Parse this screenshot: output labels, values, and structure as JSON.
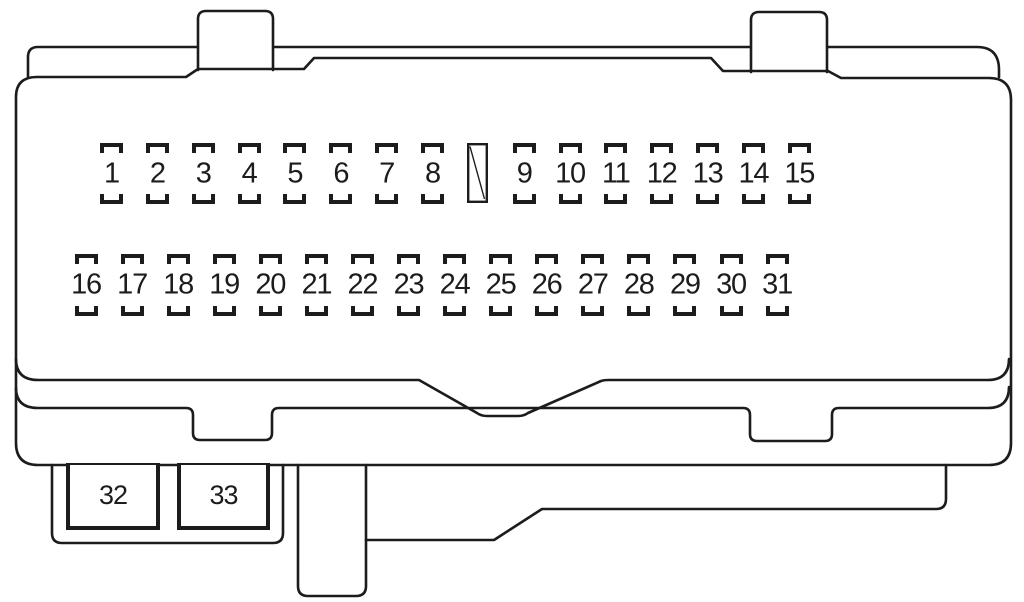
{
  "diagram": {
    "kind": "fuse-box-diagram",
    "background_color": "#ffffff",
    "line_color": "#1c1c1c",
    "top_row": {
      "slots": [
        {
          "kind": "fuse",
          "label": "1"
        },
        {
          "kind": "fuse",
          "label": "2"
        },
        {
          "kind": "fuse",
          "label": "3"
        },
        {
          "kind": "fuse",
          "label": "4"
        },
        {
          "kind": "fuse",
          "label": "5"
        },
        {
          "kind": "fuse",
          "label": "6"
        },
        {
          "kind": "fuse",
          "label": "7"
        },
        {
          "kind": "fuse",
          "label": "8"
        },
        {
          "kind": "empty",
          "label": ""
        },
        {
          "kind": "fuse",
          "label": "9"
        },
        {
          "kind": "fuse",
          "label": "10"
        },
        {
          "kind": "fuse",
          "label": "11"
        },
        {
          "kind": "fuse",
          "label": "12"
        },
        {
          "kind": "fuse",
          "label": "13"
        },
        {
          "kind": "fuse",
          "label": "14"
        },
        {
          "kind": "fuse",
          "label": "15"
        }
      ]
    },
    "bottom_row": {
      "slots": [
        {
          "kind": "fuse",
          "label": "16"
        },
        {
          "kind": "fuse",
          "label": "17"
        },
        {
          "kind": "fuse",
          "label": "18"
        },
        {
          "kind": "fuse",
          "label": "19"
        },
        {
          "kind": "fuse",
          "label": "20"
        },
        {
          "kind": "fuse",
          "label": "21"
        },
        {
          "kind": "fuse",
          "label": "22"
        },
        {
          "kind": "fuse",
          "label": "23"
        },
        {
          "kind": "fuse",
          "label": "24"
        },
        {
          "kind": "fuse",
          "label": "25"
        },
        {
          "kind": "fuse",
          "label": "26"
        },
        {
          "kind": "fuse",
          "label": "27"
        },
        {
          "kind": "fuse",
          "label": "28"
        },
        {
          "kind": "fuse",
          "label": "29"
        },
        {
          "kind": "fuse",
          "label": "30"
        },
        {
          "kind": "fuse",
          "label": "31"
        }
      ]
    },
    "relay_boxes": [
      {
        "label": "32"
      },
      {
        "label": "33"
      }
    ]
  }
}
